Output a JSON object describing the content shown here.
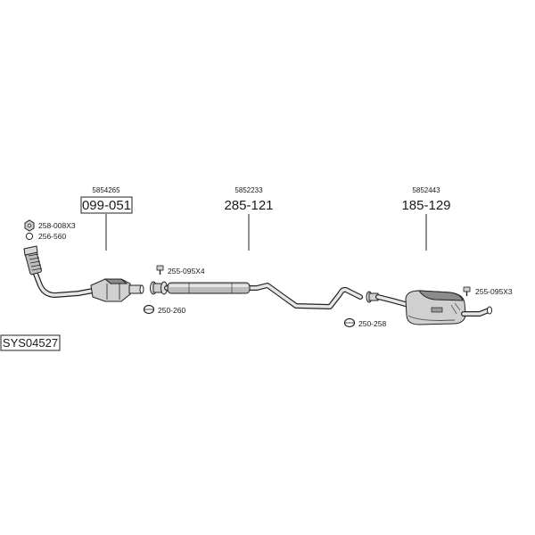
{
  "system_code": "SYS04527",
  "parts": [
    {
      "ref": "5854265",
      "number": "099-051",
      "boxed": true
    },
    {
      "ref": "5852233",
      "number": "285-121",
      "boxed": false
    },
    {
      "ref": "5852443",
      "number": "185-129",
      "boxed": false
    }
  ],
  "accessories": {
    "nut": "258-008X3",
    "gasket_ring": "256-560",
    "bolt_front": "255-095X4",
    "clamp_front": "250-260",
    "clamp_rear": "250-258",
    "bolt_rear": "255-095X3"
  }
}
